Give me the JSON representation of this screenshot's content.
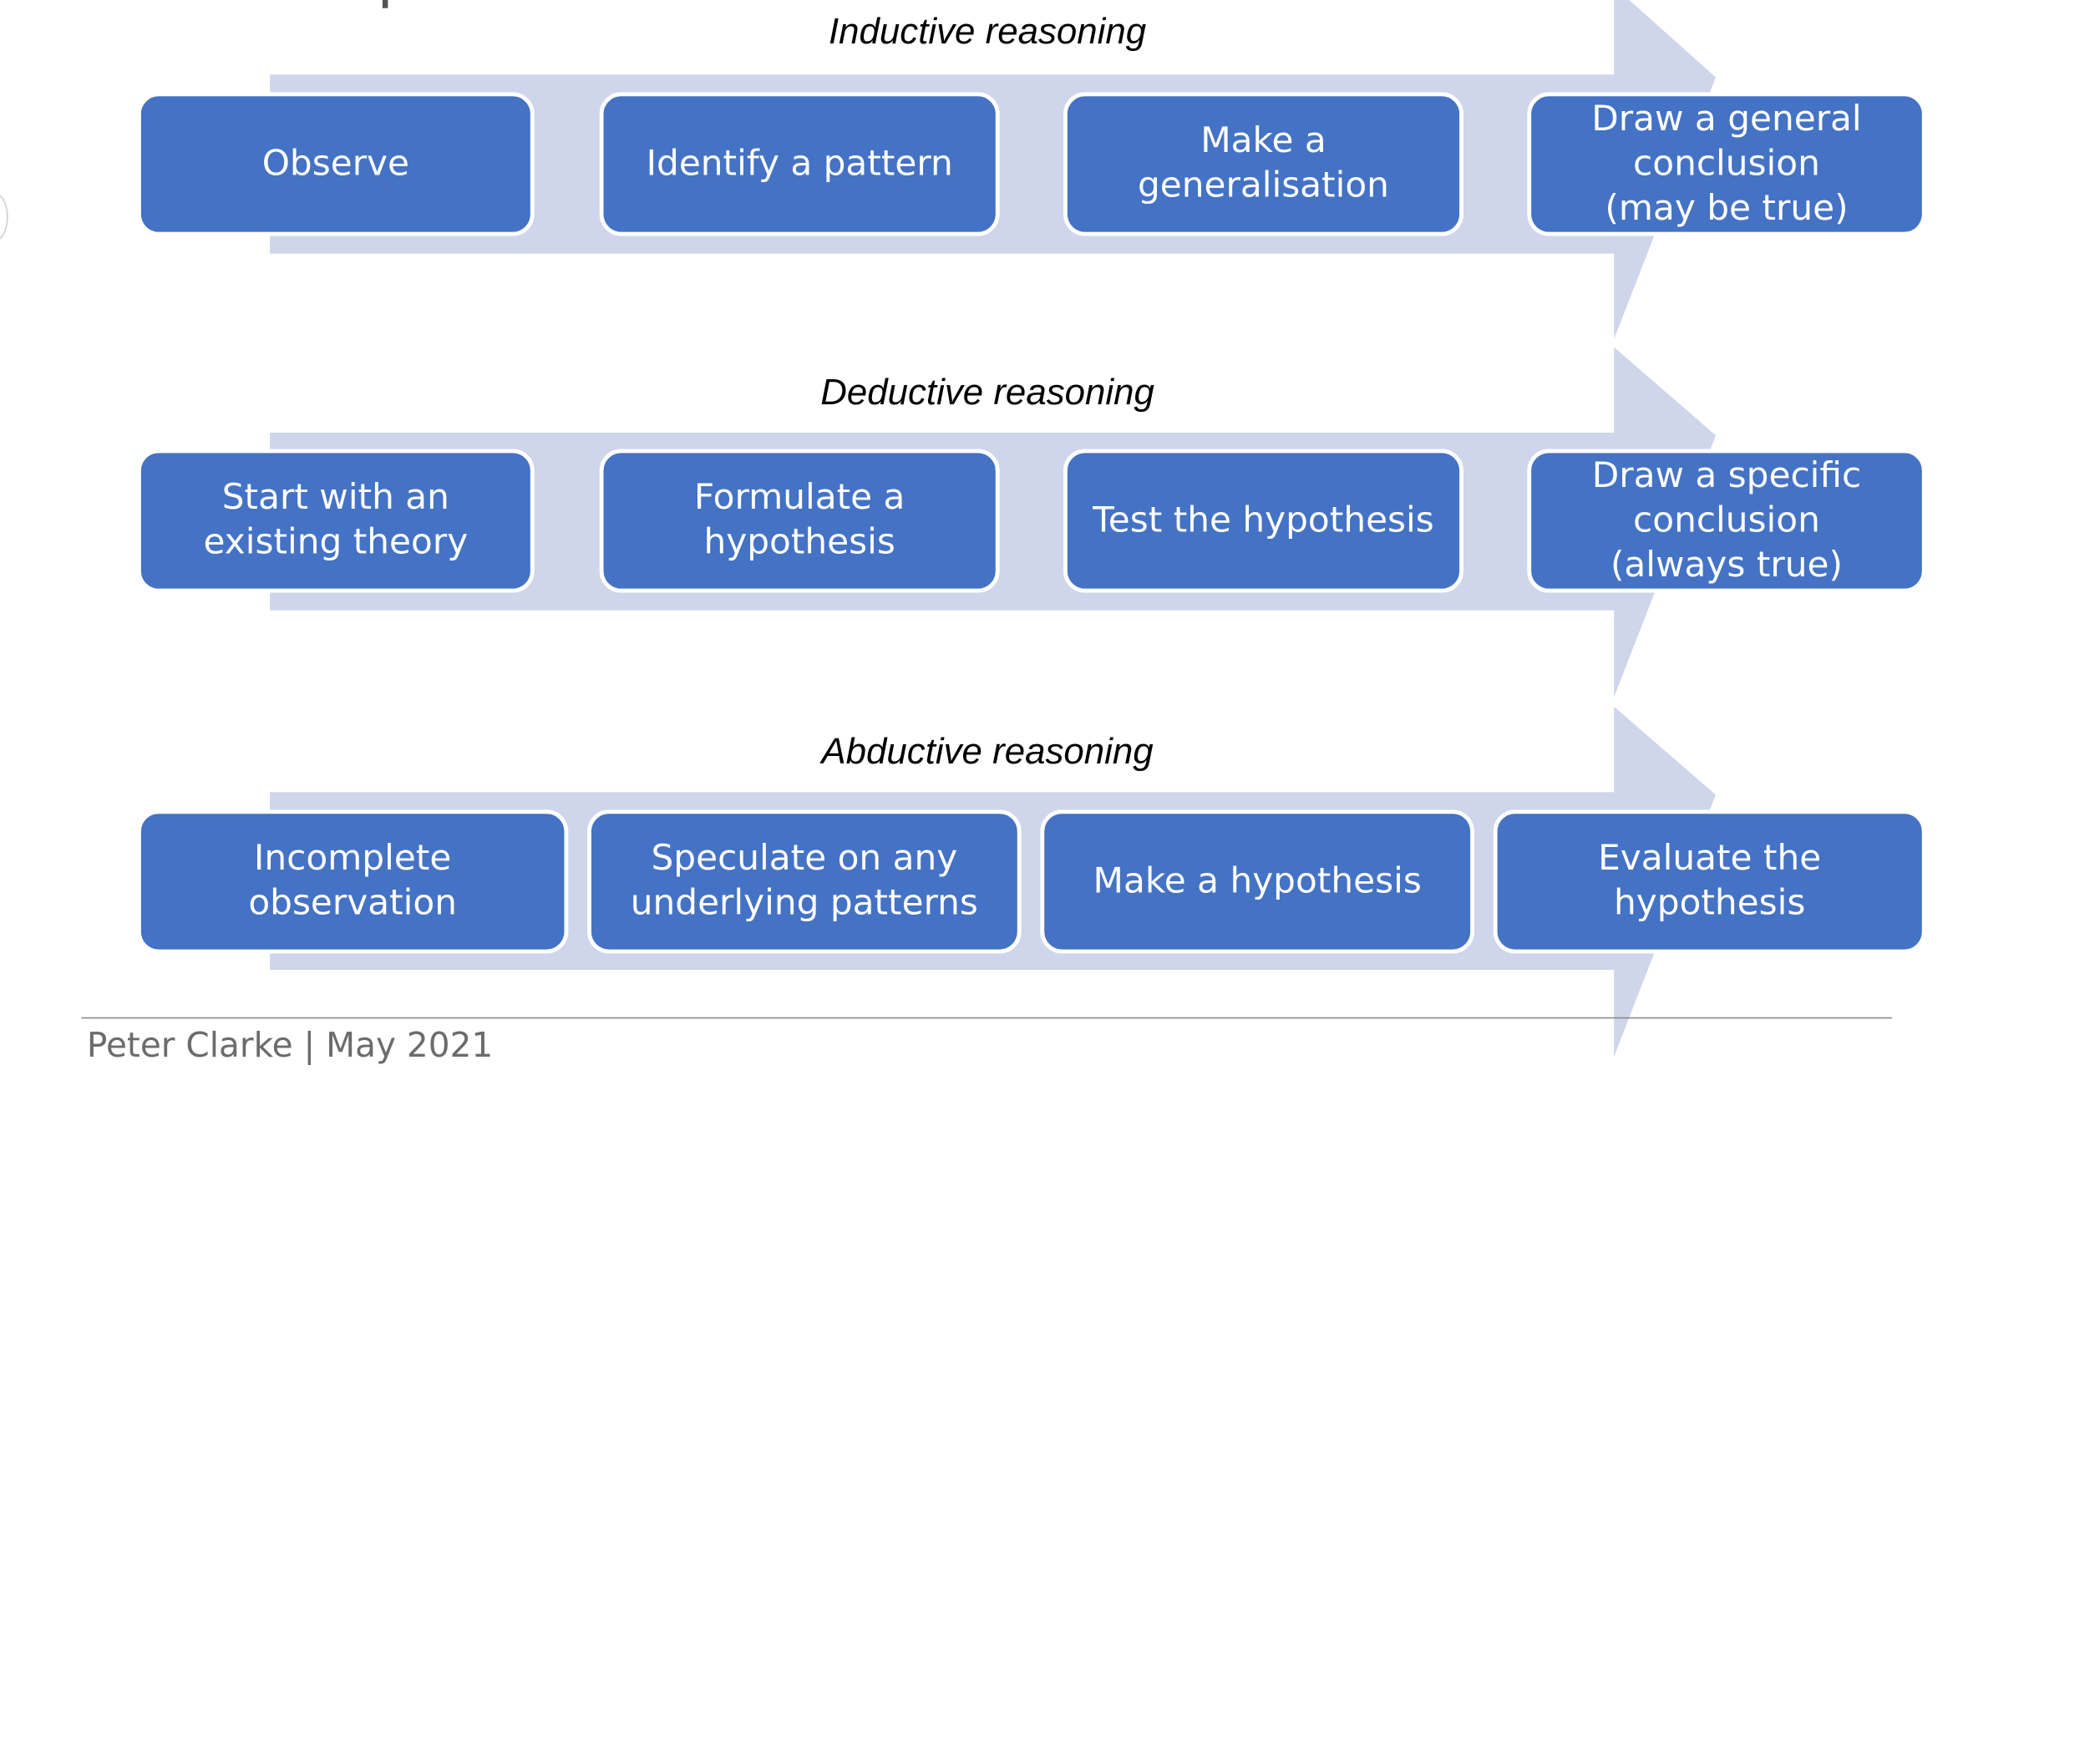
{
  "diagram": {
    "sections": [
      {
        "title": "Inductive reasoning",
        "steps": [
          "Observe",
          "Identify a pattern",
          "Make a\ngeneralisation",
          "Draw a general\nconclusion\n(may be true)"
        ]
      },
      {
        "title": "Deductive reasoning",
        "steps": [
          "Start with an\nexisting theory",
          "Formulate a\nhypothesis",
          "Test the hypothesis",
          "Draw a specific\nconclusion\n(always true)"
        ]
      },
      {
        "title": "Abductive reasoning",
        "steps": [
          "Incomplete\nobservation",
          "Speculate on any\nunderlying patterns",
          "Make a hypothesis",
          "Evaluate the\nhypothesis"
        ]
      }
    ]
  },
  "footer": {
    "text": "Peter Clarke | May 2021"
  },
  "colors": {
    "box_fill": "#4472c4",
    "arrow_fill": "#cfd5ea",
    "box_text": "#ffffff",
    "footer_text": "#6b6b6b"
  }
}
